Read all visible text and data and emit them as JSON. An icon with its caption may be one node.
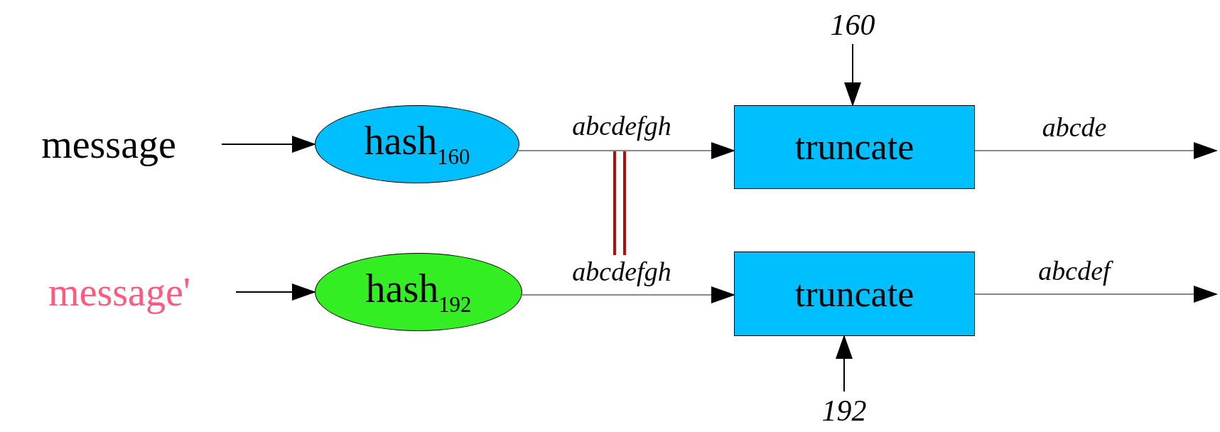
{
  "diagram": {
    "nodes": [
      {
        "text": [
          "message"
        ]
      },
      {
        "text": [
          "hash$_{160}$"
        ]
      },
      {
        "text": [
          "truncate"
        ]
      },
      {
        "text": [
          "160"
        ]
      },
      {
        "text": [
          "message'"
        ]
      },
      {
        "text": [
          "hash$_{192}$"
        ]
      },
      {
        "text": [
          "truncate"
        ]
      },
      {
        "text": [
          "192"
        ]
      }
    ],
    "edges": [
      {
        "from": 0,
        "to": 1,
        "arrow": "to"
      },
      {
        "from": 1,
        "to": 2,
        "arrow": "to",
        "label": "abcdefgh",
        "color": "#888888"
      },
      {
        "from": 2,
        "to": null,
        "arrow": "to",
        "label": "abcde",
        "color": "#888888"
      },
      {
        "from": 3,
        "to": 2,
        "arrow": "to"
      },
      {
        "from": 4,
        "to": 5,
        "arrow": "to"
      },
      {
        "from": 5,
        "to": 6,
        "arrow": "to",
        "label": "abcdefgh",
        "color": "#888888"
      },
      {
        "from": 6,
        "to": null,
        "arrow": "to",
        "label": "abcdef",
        "color": "#888888"
      },
      {
        "from": 7,
        "to": 6,
        "arrow": "to"
      }
    ]
  }
}
